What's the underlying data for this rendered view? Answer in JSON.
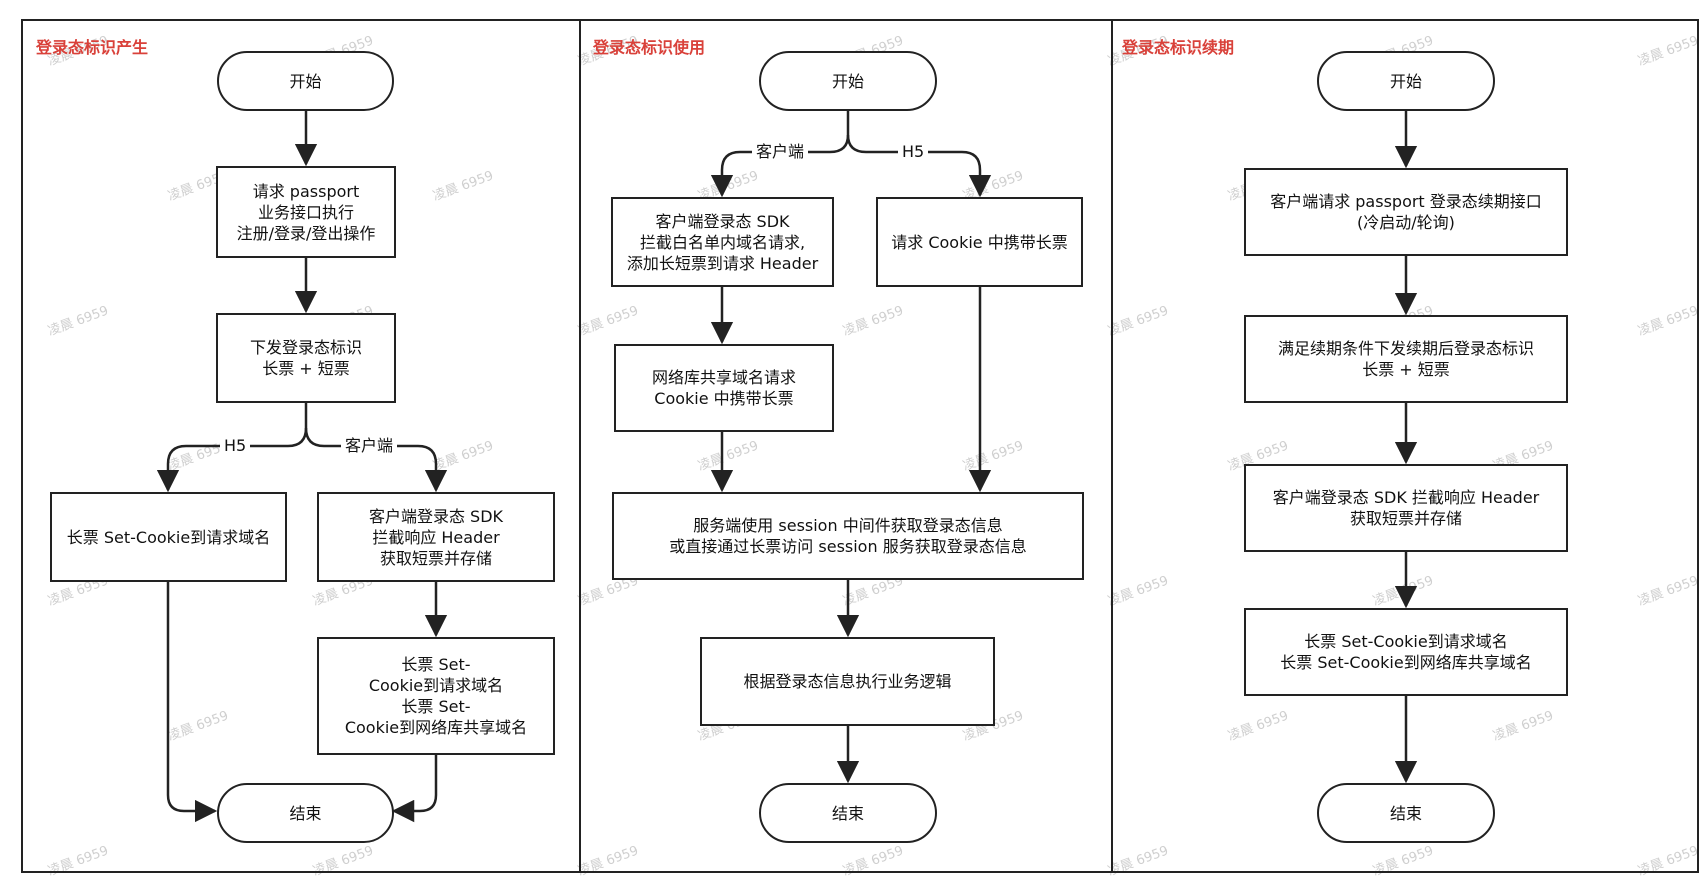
{
  "colors": {
    "title": "#d9413a",
    "stroke": "#222222"
  },
  "watermark": "凌晨 6959",
  "lanes": [
    {
      "title": "登录态标识产生",
      "nodes": {
        "start": "开始",
        "req": "请求 passport\n业务接口执行\n注册/登录/登出操作",
        "issue": "下发登录态标识\n长票 + 短票",
        "h5": "长票 Set-Cookie到请求域名",
        "client": "客户端登录态 SDK\n拦截响应 Header\n获取短票并存储",
        "setcookie": "长票 Set-\nCookie到请求域名\n长票 Set-\nCookie到网络库共享域名",
        "end": "结束"
      },
      "edge_labels": {
        "h5": "H5",
        "client": "客户端"
      }
    },
    {
      "title": "登录态标识使用",
      "nodes": {
        "start": "开始",
        "sdk": "客户端登录态 SDK\n拦截白名单内域名请求,\n添加长短票到请求 Header",
        "cookie": "请求 Cookie 中携带长票",
        "netlib": "网络库共享域名请求\nCookie 中携带长票",
        "server": "服务端使用 session 中间件获取登录态信息\n或直接通过长票访问 session 服务获取登录态信息",
        "biz": "根据登录态信息执行业务逻辑",
        "end": "结束"
      },
      "edge_labels": {
        "client": "客户端",
        "h5": "H5"
      }
    },
    {
      "title": "登录态标识续期",
      "nodes": {
        "start": "开始",
        "renew": "客户端请求 passport 登录态续期接口\n(冷启动/轮询)",
        "issue": "满足续期条件下发续期后登录态标识\n长票 + 短票",
        "sdk": "客户端登录态 SDK 拦截响应 Header\n获取短票并存储",
        "setcookie": "长票 Set-Cookie到请求域名\n长票 Set-Cookie到网络库共享域名",
        "end": "结束"
      }
    }
  ]
}
